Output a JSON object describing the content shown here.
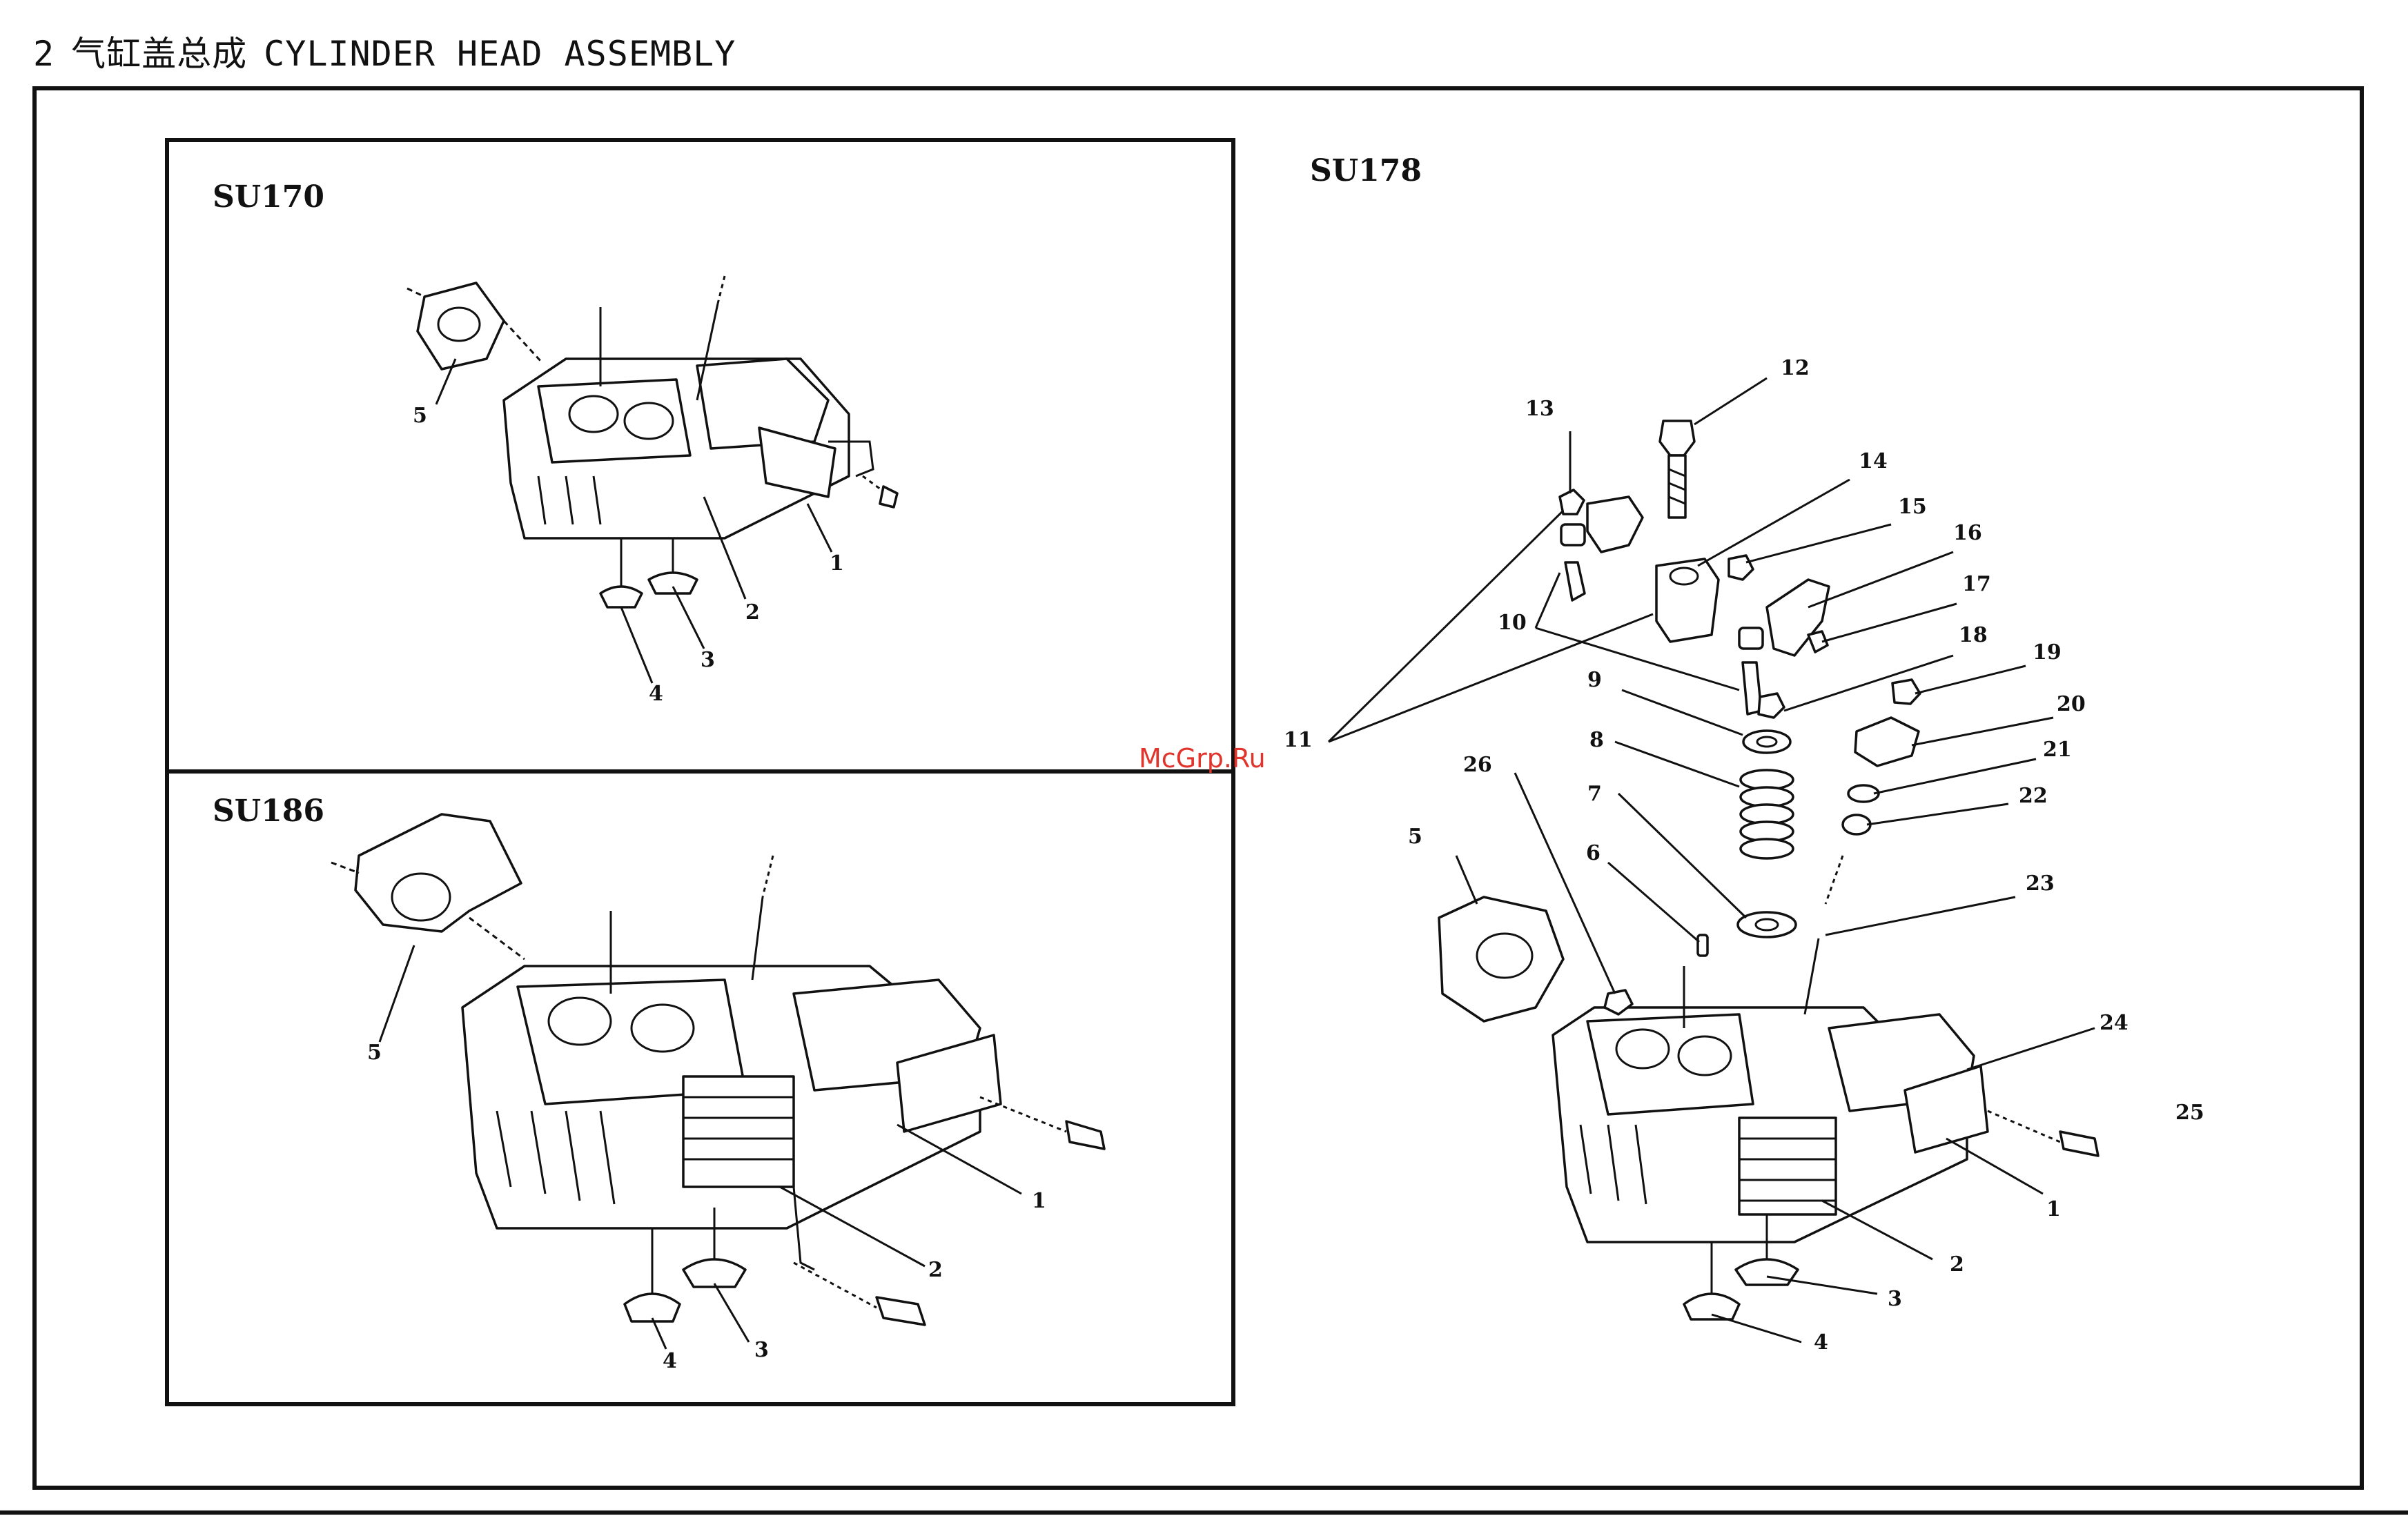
{
  "header": {
    "section_number": "2",
    "title_cn": "气缸盖总成",
    "title_en": "CYLINDER HEAD ASSEMBLY"
  },
  "watermark": "McGrp.Ru",
  "panels": [
    {
      "model": "SU170",
      "callouts": [
        "5",
        "1",
        "2",
        "3",
        "4"
      ]
    },
    {
      "model": "SU186",
      "callouts": [
        "5",
        "1",
        "2",
        "3",
        "4"
      ]
    },
    {
      "model": "SU178",
      "callouts": [
        "12",
        "13",
        "14",
        "15",
        "16",
        "17",
        "18",
        "19",
        "20",
        "21",
        "22",
        "23",
        "11",
        "10",
        "9",
        "8",
        "7",
        "6",
        "26",
        "5",
        "24",
        "25",
        "1",
        "2",
        "3",
        "4"
      ]
    }
  ]
}
